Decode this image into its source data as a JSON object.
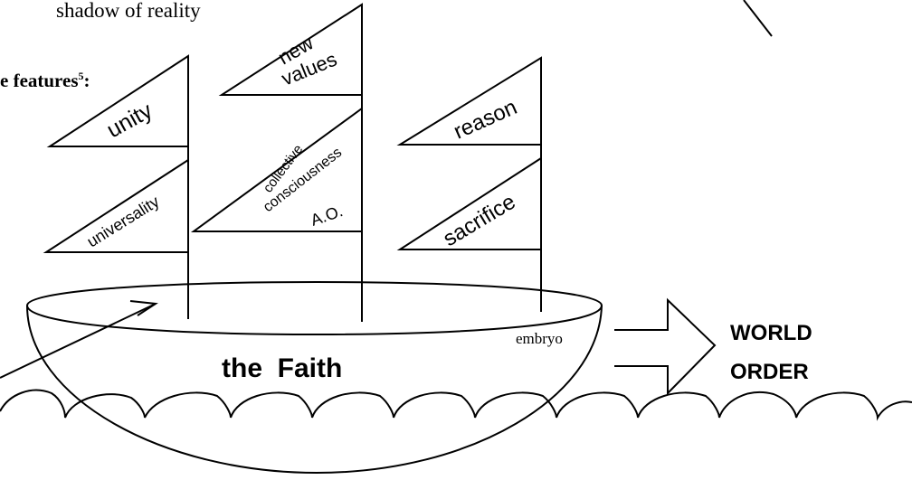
{
  "top_text": "shadow of reality",
  "features_label": "e features",
  "features_superscript": "5",
  "features_colon": ":",
  "flags": {
    "unity": "unity",
    "universality": "universality",
    "new_values_line1": "new",
    "new_values_line2": "values",
    "collective_line1": "collective",
    "collective_line2": "consciousness",
    "collective_line3": "A.O.",
    "reason": "reason",
    "sacrifice": "sacrifice"
  },
  "boat_label": "the  Faith",
  "embryo_label": "embryo",
  "world_order_line1": "WORLD",
  "world_order_line2": "ORDER"
}
